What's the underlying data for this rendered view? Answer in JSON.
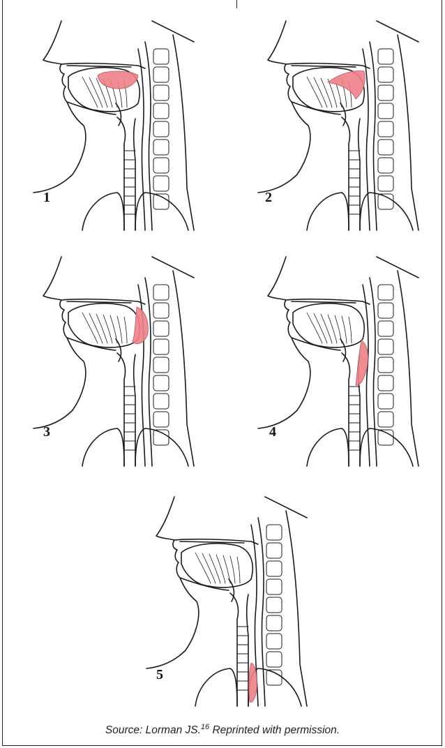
{
  "stages": [
    {
      "label": "1",
      "region": "oral"
    },
    {
      "label": "2",
      "region": "oropharynx-upper"
    },
    {
      "label": "3",
      "region": "oropharynx"
    },
    {
      "label": "4",
      "region": "laryngopharynx"
    },
    {
      "label": "5",
      "region": "esophagus"
    }
  ],
  "caption": {
    "text": "Source: Lorman JS.",
    "ref": "16",
    "suffix": " Reprinted with permission."
  },
  "colors": {
    "bolus": "#ee7f87",
    "line": "#1a1a1a"
  }
}
